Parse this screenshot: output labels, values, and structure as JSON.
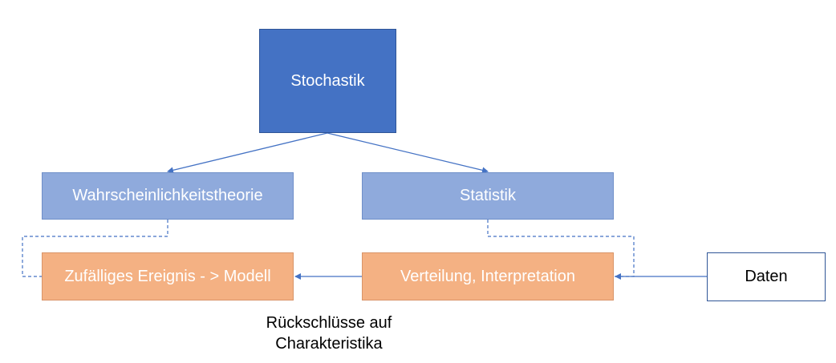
{
  "nodes": {
    "root": "Stochastik",
    "wahrscheinlichkeit": "Wahrscheinlichkeitstheorie",
    "statistik": "Statistik",
    "zufall": "Zufälliges Ereignis - > Modell",
    "verteilung": "Verteilung, Interpretation",
    "daten": "Daten"
  },
  "annotations": {
    "rueckschluesse_line1": "Rückschlüsse auf",
    "rueckschluesse_line2": "Charakteristika"
  },
  "colors": {
    "root_fill": "#4472c4",
    "level2_fill": "#8faadc",
    "level3_fill": "#f4b183",
    "line": "#4472c4"
  }
}
